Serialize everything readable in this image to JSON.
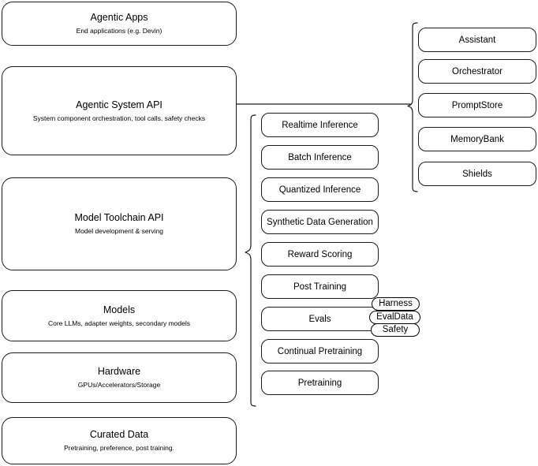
{
  "diagram": {
    "title": "AI stack layered architecture diagram",
    "stroke_color": "#1a1a1a",
    "background_color": "#ffffff"
  },
  "stack": {
    "layers": [
      {
        "title": "Agentic Apps",
        "subtitle": "End applications (e.g. Devin)"
      },
      {
        "title": "Agentic System API",
        "subtitle": "System component orchestration, tool calls, safety checks"
      },
      {
        "title": "Model Toolchain API",
        "subtitle": "Model development & serving"
      },
      {
        "title": "Models",
        "subtitle": "Core LLMs, adapter weights, secondary models"
      },
      {
        "title": "Hardware",
        "subtitle": "GPUs/Accelerators/Storage"
      },
      {
        "title": "Curated Data",
        "subtitle": "Pretraining, preference, post training."
      }
    ]
  },
  "toolchain_column": {
    "items": [
      {
        "label": "Realtime Inference"
      },
      {
        "label": "Batch Inference"
      },
      {
        "label": "Quantized Inference"
      },
      {
        "label": "Synthetic Data Generation"
      },
      {
        "label": "Reward Scoring"
      },
      {
        "label": "Post Training"
      },
      {
        "label": "Evals"
      },
      {
        "label": "Continual Pretraining"
      },
      {
        "label": "Pretraining"
      }
    ]
  },
  "evals_pills": {
    "items": [
      {
        "label": "Harness"
      },
      {
        "label": "EvalData"
      },
      {
        "label": "Safety"
      }
    ]
  },
  "agentic_column": {
    "items": [
      {
        "label": "Assistant"
      },
      {
        "label": "Orchestrator"
      },
      {
        "label": "PromptStore"
      },
      {
        "label": "MemoryBank"
      },
      {
        "label": "Shields"
      }
    ]
  }
}
